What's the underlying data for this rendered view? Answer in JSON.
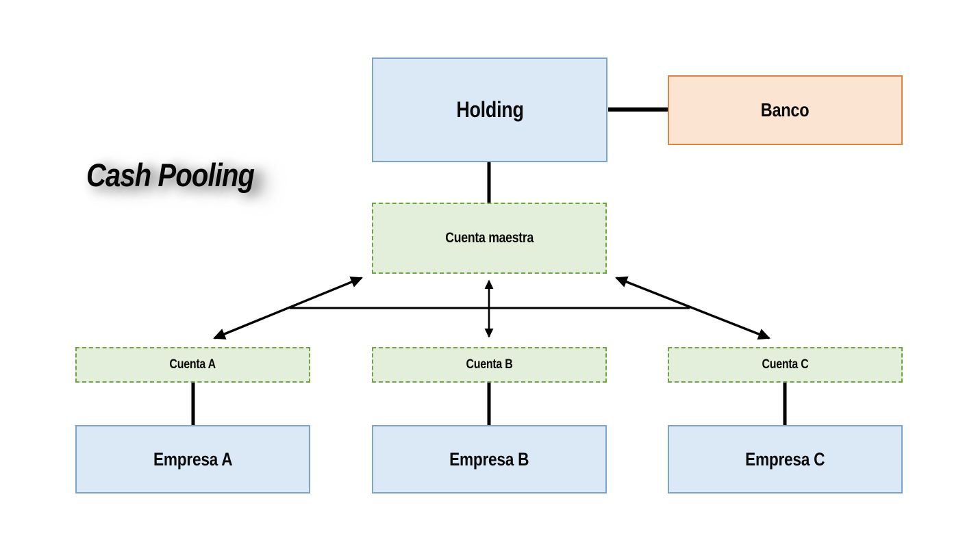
{
  "title": "Cash Pooling",
  "nodes": {
    "holding": {
      "label": "Holding",
      "kind": "entity-blue"
    },
    "banco": {
      "label": "Banco",
      "kind": "entity-orange"
    },
    "cuenta_maestra": {
      "label": "Cuenta maestra",
      "kind": "account-green"
    },
    "cuenta_a": {
      "label": "Cuenta A",
      "kind": "account-green"
    },
    "cuenta_b": {
      "label": "Cuenta B",
      "kind": "account-green"
    },
    "cuenta_c": {
      "label": "Cuenta C",
      "kind": "account-green"
    },
    "empresa_a": {
      "label": "Empresa A",
      "kind": "entity-blue"
    },
    "empresa_b": {
      "label": "Empresa B",
      "kind": "entity-blue"
    },
    "empresa_c": {
      "label": "Empresa C",
      "kind": "entity-blue"
    }
  },
  "edges": [
    {
      "from": "holding",
      "to": "banco",
      "style": "thick-line"
    },
    {
      "from": "holding",
      "to": "cuenta_maestra",
      "style": "thick-line"
    },
    {
      "from": "cuenta_maestra",
      "to": "cuenta_a",
      "style": "double-arrow"
    },
    {
      "from": "cuenta_maestra",
      "to": "cuenta_b",
      "style": "double-arrow"
    },
    {
      "from": "cuenta_maestra",
      "to": "cuenta_c",
      "style": "double-arrow"
    },
    {
      "from": "cuenta_a",
      "to": "cuenta_c",
      "style": "cross-line"
    },
    {
      "from": "cuenta_a",
      "to": "empresa_a",
      "style": "thick-line"
    },
    {
      "from": "cuenta_b",
      "to": "empresa_b",
      "style": "thick-line"
    },
    {
      "from": "cuenta_c",
      "to": "empresa_c",
      "style": "thick-line"
    }
  ],
  "colors": {
    "blue_fill": "#dbe9f6",
    "blue_border": "#7da3c8",
    "orange_fill": "#fce4d3",
    "orange_border": "#e0813c",
    "green_fill": "#e3efda",
    "green_border": "#70a443",
    "line": "#000000",
    "background": "#ffffff",
    "title_text": "#050505"
  }
}
